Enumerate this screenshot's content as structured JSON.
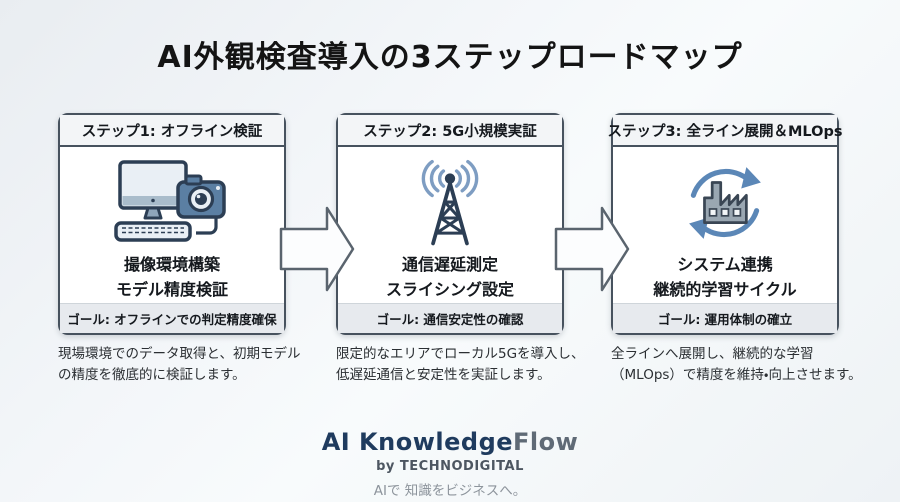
{
  "title": "AI外観検査導入の3ステップロードマップ",
  "steps": [
    {
      "header": "ステップ1: オフライン検証",
      "icon": "monitor-camera-icon",
      "label_line1": "撮像環境構築",
      "label_line2": "モデル精度検証",
      "goal": "ゴール: オフラインでの判定精度確保",
      "description": "現場環境でのデータ取得と、初期モデルの精度を徹底的に検証します。"
    },
    {
      "header": "ステップ2: 5G小規模実証",
      "icon": "radio-tower-icon",
      "label_line1": "通信遅延測定",
      "label_line2": "スライシング設定",
      "goal": "ゴール: 通信安定性の確認",
      "description": "限定的なエリアでローカル5Gを導入し、低遅延通信と安定性を実証します。"
    },
    {
      "header": "ステップ3: 全ライン展開＆MLOps",
      "icon": "factory-cycle-icon",
      "label_line1": "システム連携",
      "label_line2": "継続的学習サイクル",
      "goal": "ゴール: 運用体制の確立",
      "description": "全ラインへ展開し、継続的な学習（MLOps）で精度を維持・向上させます。"
    }
  ],
  "footer": {
    "brand_primary": "AI Knowledge",
    "brand_secondary": "Flow",
    "byline": "by TECHNODIGITAL",
    "tagline": "AIで 知識をビジネスへ。"
  },
  "colors": {
    "card_border": "#47525e",
    "header_bg": "#f3f5f7",
    "goal_bg": "#e7eaee",
    "icon_navy": "#2c3e54",
    "icon_steel_blue": "#5b7fa3",
    "icon_light_blue": "#7e9dc2",
    "icon_gray": "#9aa7b2",
    "brand_navy": "#1f3b5e",
    "brand_gray": "#5f6a76"
  }
}
